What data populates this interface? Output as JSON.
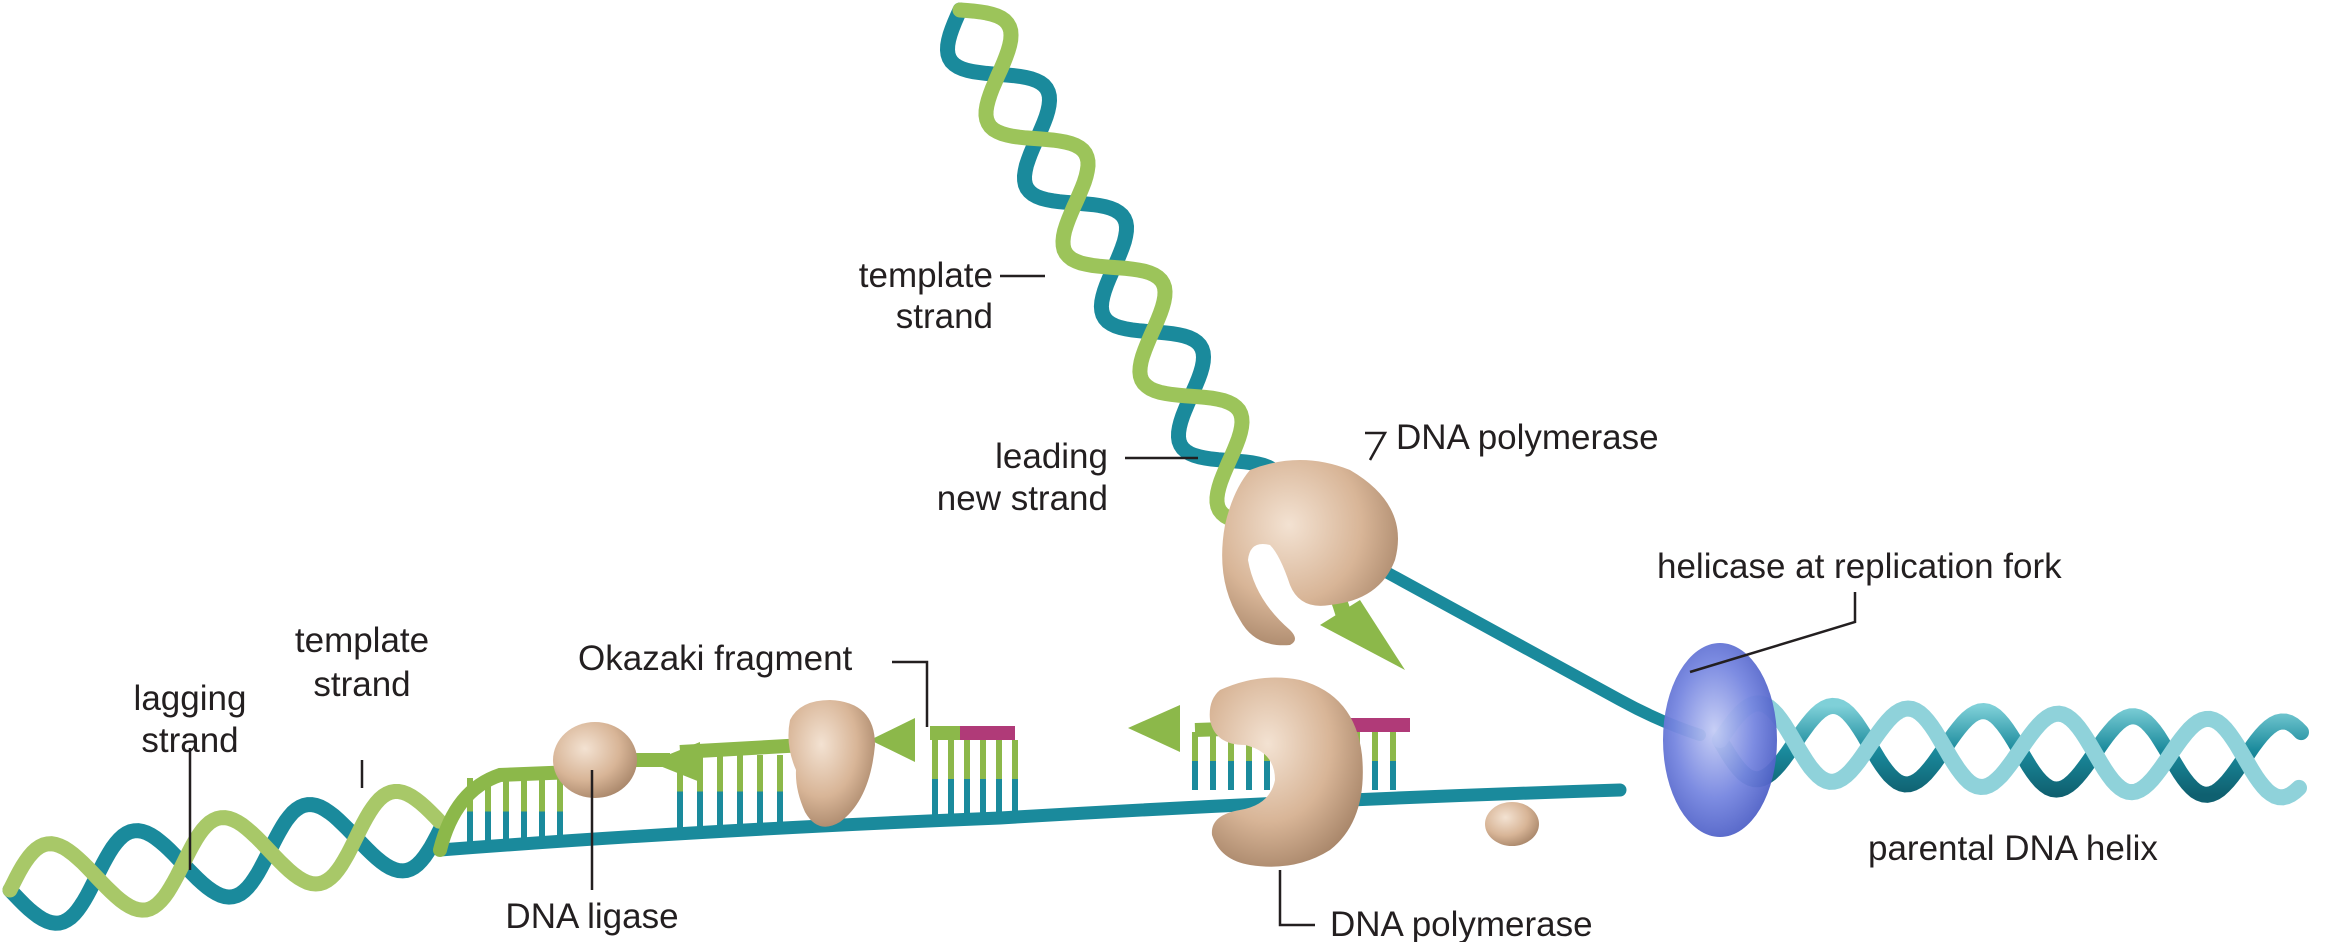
{
  "labels": {
    "template_strand_upper": [
      "template",
      "strand"
    ],
    "leading_new_strand": [
      "leading",
      "new strand"
    ],
    "dna_polymerase_upper": "DNA polymerase",
    "helicase": "helicase at replication fork",
    "okazaki_fragment": "Okazaki fragment",
    "template_strand_lower": [
      "template",
      "strand"
    ],
    "lagging_strand": [
      "lagging",
      "strand"
    ],
    "dna_ligase": "DNA ligase",
    "dna_polymerase_lower": "DNA polymerase",
    "parental_dna_helix": "parental DNA helix"
  },
  "colors": {
    "template_strand": "#1a8a9c",
    "new_strand": "#8cb84a",
    "primer": "#b03a78",
    "enzyme": "#d8b597",
    "helicase": "#5f73d6",
    "leader_line": "#231f20"
  }
}
